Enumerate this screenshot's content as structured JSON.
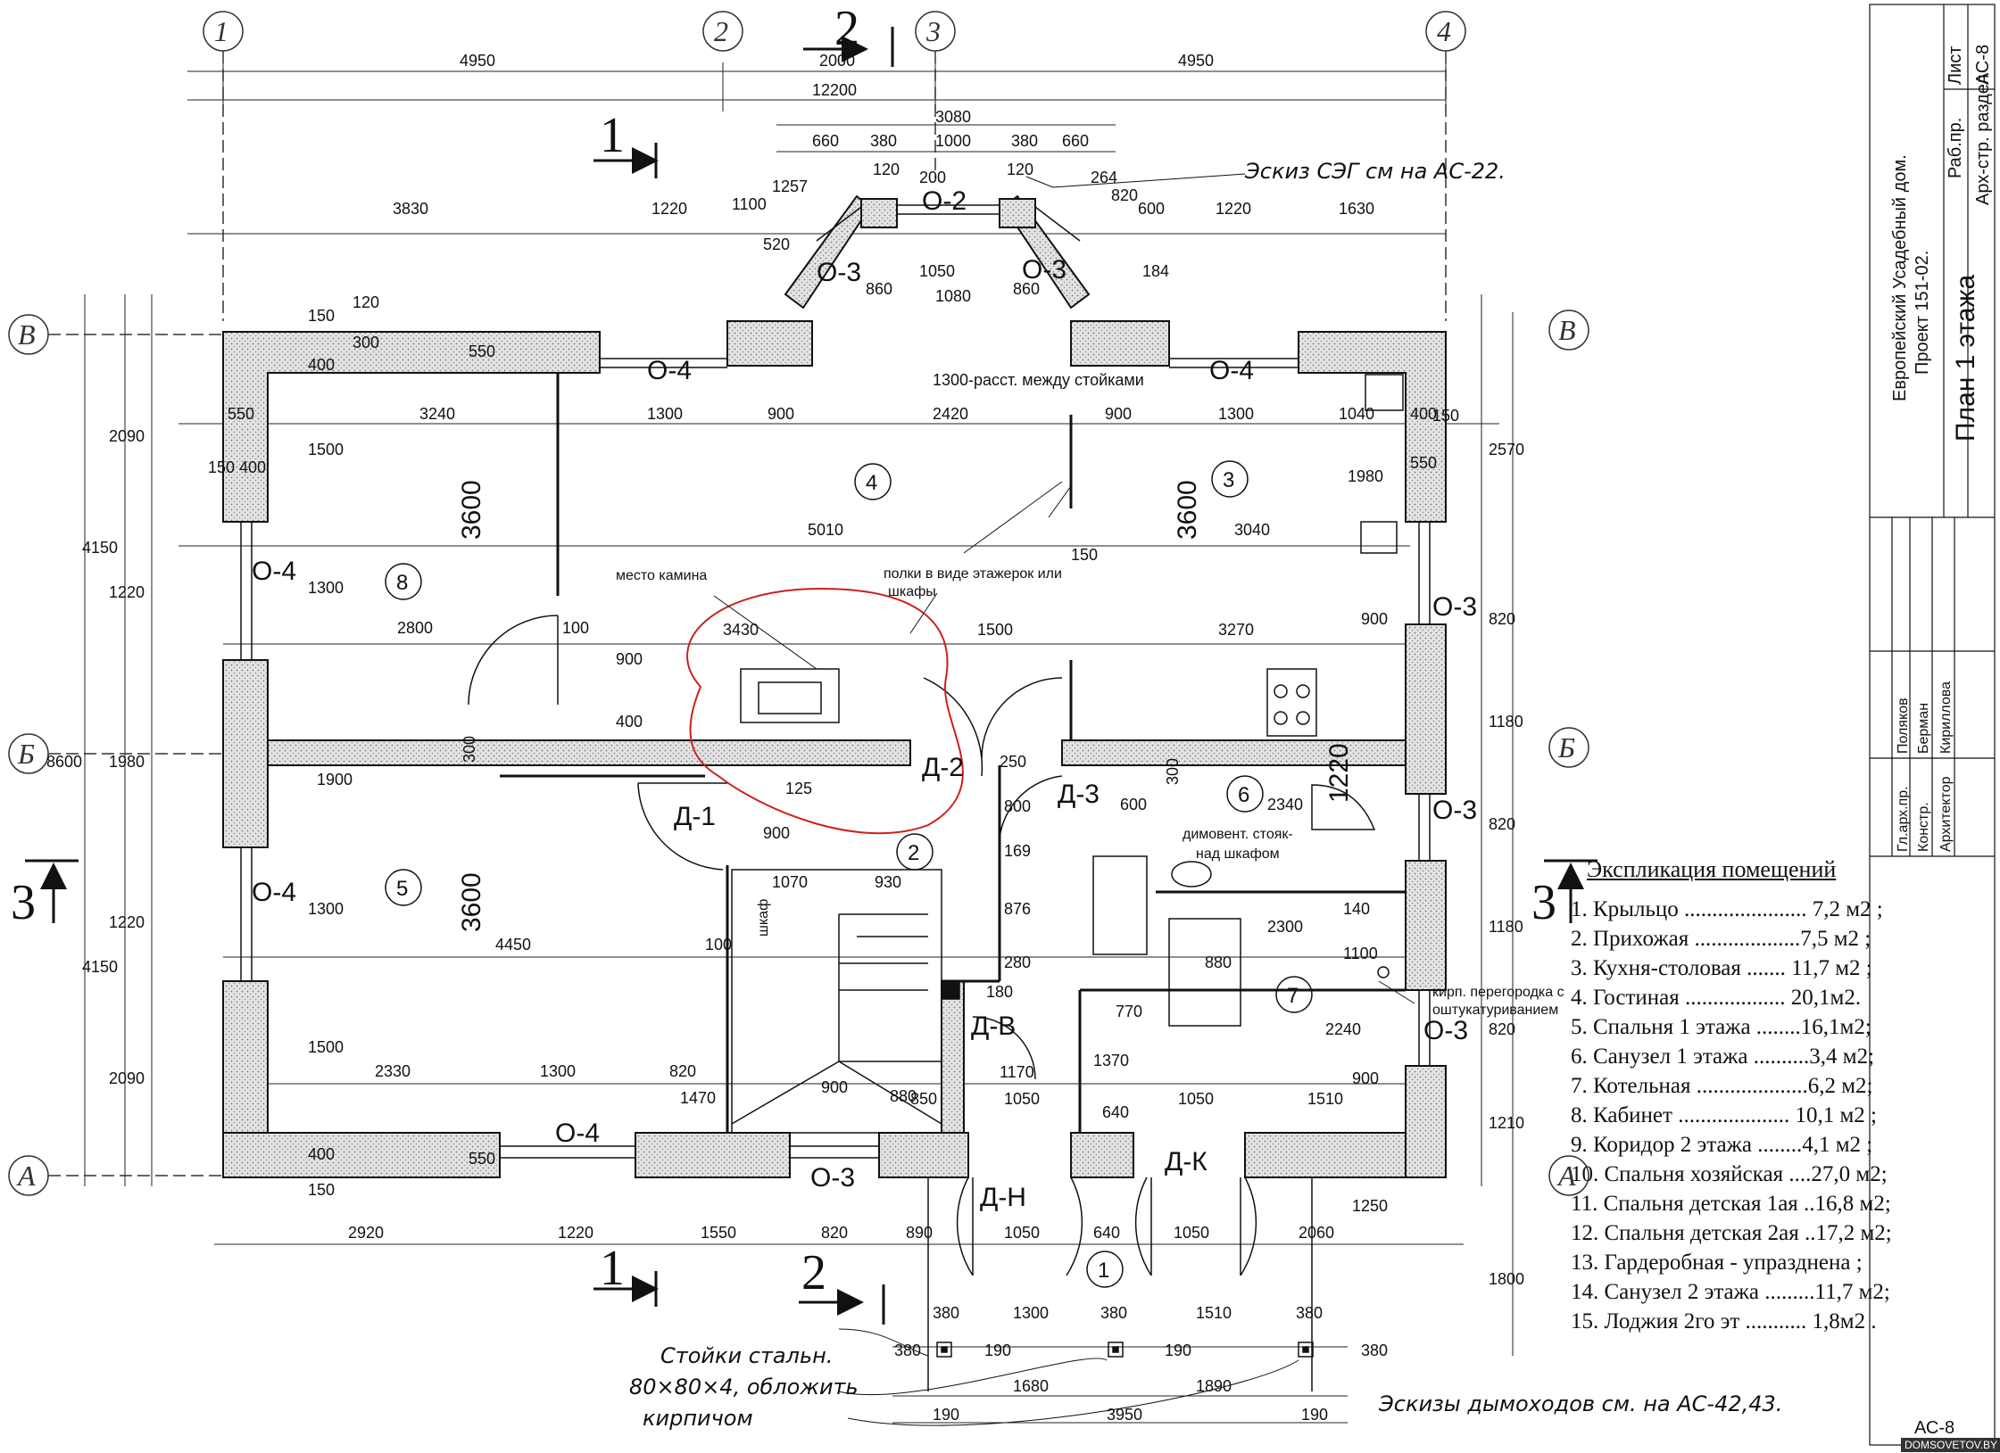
{
  "axes": {
    "top": [
      "1",
      "2",
      "3",
      "4"
    ],
    "side": [
      "В",
      "Б",
      "А"
    ]
  },
  "section_marks": {
    "s1": "1",
    "s2": "2",
    "s3": "3"
  },
  "dims_top": {
    "d4950a": "4950",
    "d2000": "2000",
    "d4950b": "4950",
    "d12200": "12200",
    "d3080": "3080",
    "d660a": "660",
    "d380a": "380",
    "d1000": "1000",
    "d380b": "380",
    "d660b": "660",
    "d120a": "120",
    "d120b": "120",
    "d200": "200",
    "d1050": "1050",
    "d1080": "1080",
    "d1257": "1257",
    "d520": "520",
    "d1100": "1100",
    "d860a": "860",
    "d860b": "860",
    "d264": "264",
    "d820": "820",
    "d184": "184",
    "d600": "600",
    "d3830": "3830",
    "d1220a": "1220",
    "d1220b": "1220",
    "d1630": "1630",
    "d150a": "150",
    "d120c": "120",
    "d300": "300"
  },
  "dims_inner": {
    "d550a": "550",
    "d3240": "3240",
    "d1300a": "1300",
    "d900a": "900",
    "d2420": "2420",
    "d900b": "900",
    "d1300b": "1300",
    "d1040": "1040",
    "d400a": "400",
    "d150b": "150",
    "d400b": "400",
    "d550b": "550",
    "d150c": "150",
    "d400c": "400",
    "d1500a": "1500",
    "d1300c": "1300",
    "d5010": "5010",
    "d3040": "3040",
    "d150d": "150",
    "d1980": "1980",
    "d550c": "550",
    "d2800": "2800",
    "d100a": "100",
    "d3430": "3430",
    "d1500b": "1500",
    "d3270": "3270",
    "d900c": "900",
    "d400d": "400",
    "d900d": "900",
    "d1900": "1900",
    "d125": "125",
    "d250": "250",
    "d800": "800",
    "d600b": "600",
    "d2340": "2340",
    "d1220c": "1220",
    "d900e": "900",
    "d1070": "1070",
    "d930": "930",
    "d169": "169",
    "d876": "876",
    "d280": "280",
    "d180": "180",
    "d4450": "4450",
    "d100b": "100",
    "d2300": "2300",
    "d880a": "880",
    "d770": "770",
    "d1370": "1370",
    "d2240": "2240",
    "d140": "140",
    "d1100b": "1100",
    "d1500c": "1500",
    "d1300d": "1300",
    "d2330": "2330",
    "d1300e": "1300",
    "d820b": "820",
    "d1470": "1470",
    "d900f": "900",
    "d880b": "880",
    "d850": "850",
    "d1170": "1170",
    "d1050b": "1050",
    "d640a": "640",
    "d1050c": "1050",
    "d1510a": "1510",
    "d400e": "400",
    "d550d": "550",
    "d150e": "150"
  },
  "dims_left": {
    "d2090a": "2090",
    "d4150a": "4150",
    "d1220d": "1220",
    "d8600": "8600",
    "d1980b": "1980",
    "d4150b": "4150",
    "d1220e": "1220",
    "d2090b": "2090"
  },
  "dims_right": {
    "d2570": "2570",
    "d820c": "820",
    "d1180a": "1180",
    "d820d": "820",
    "d1180b": "1180",
    "d820e": "820",
    "d1210": "1210",
    "d1800": "1800",
    "d900g": "900"
  },
  "dims_bottom": {
    "d2920": "2920",
    "d1220f": "1220",
    "d1550": "1550",
    "d820f": "820",
    "d890": "890",
    "d1050d": "1050",
    "d640b": "640",
    "d1050e": "1050",
    "d2060": "2060",
    "d1250": "1250",
    "d380c": "380",
    "d1300f": "1300",
    "d380d": "380",
    "d1510b": "1510",
    "d380e": "380",
    "d380f": "380",
    "d190a": "190",
    "d190b": "190",
    "d1680": "1680",
    "d1890": "1890",
    "d190c": "190",
    "d3950": "3950",
    "d190d": "190",
    "d380g": "380"
  },
  "room_heights": {
    "h8": "3600",
    "h3": "3600",
    "h5": "3600",
    "h6": "1220",
    "h6b": "300",
    "h1900": "300"
  },
  "rooms": [
    "1",
    "2",
    "3",
    "4",
    "5",
    "6",
    "7",
    "8"
  ],
  "openings": {
    "o4_top_left": "О-4",
    "o4_top_right": "О-4",
    "o2": "О-2",
    "o3_l": "О-3",
    "o3_r": "О-3",
    "o4_left_up": "О-4",
    "o4_left_low": "О-4",
    "o4_bottom": "О-4",
    "o3_bottom": "О-3",
    "o3_right1": "О-3",
    "o3_right2": "О-3",
    "o3_right3": "О-3",
    "d1": "Д-1",
    "d2": "Д-2",
    "d3": "Д-3",
    "dv": "Д-В",
    "dn": "Д-Н",
    "dk": "Д-К"
  },
  "annotations": {
    "sketch_seg": "Эскиз СЭГ см на АС-22.",
    "fireplace": "место камина",
    "shelves1": "полки в виде этажерок или",
    "shelves2": "шкафы",
    "posts_dist": "1300-расст. между стойками",
    "vent1": "димовент. стояк-",
    "vent2": "над шкафом",
    "closet": "шкаф",
    "brick1": "кирп. перегородка с",
    "brick2": "оштукатуриванием",
    "posts1": "Стойки стальн.",
    "posts2": "80×80×4, обложить",
    "posts3": "кирпичом"
  },
  "title_block": {
    "project": "Европейский Усадебный дом.",
    "project_no": "Проект 151-02.",
    "sheet_title": "План 1 этажа",
    "col_sheet": "Лист",
    "sheet_code": "АС-8",
    "col_stage": "Раб.пр.",
    "section": "Арх-стр. раздел",
    "role1": "Гл.арх.пр.",
    "name1": "Поляков",
    "role2": "Констр.",
    "name2": "Берман",
    "role3": "Архитектор",
    "name3": "Кириллова"
  },
  "legend": {
    "title": "Экспликация помещений",
    "items": [
      "1. Крыльцо ...................... 7,2 м2 ;",
      "2. Прихожая ...................7,5 м2 ;",
      "3. Кухня-столовая ....... 11,7 м2 ;",
      "4. Гостиная .................. 20,1м2.",
      "5. Спальня 1 этажа ........16,1м2;",
      "6. Санузел 1 этажа ..........3,4 м2;",
      "7. Котельная ....................6,2 м2;",
      "8. Кабинет .................... 10,1 м2 ;",
      "9. Коридор 2 этажа ........4,1 м2 ;",
      "10. Спальня хозяйская ....27,0 м2;",
      "11. Спальня детская 1ая ..16,8 м2;",
      "12. Спальня детская 2ая ..17,2 м2;",
      "13. Гардеробная - упразднена ;",
      "14. Санузел 2 этажа .........11,7 м2;",
      "15. Лоджия 2го эт ........... 1,8м2 ."
    ]
  },
  "footer_note": "Эскизы дымоходов см. на АС-42,43.",
  "sheet_number": "АС-8",
  "watermark": "DOMSOVETOV.BY",
  "colors": {
    "ink": "#111111",
    "hatch": "#bdbdbd",
    "markup_red": "#cc1f1f"
  }
}
